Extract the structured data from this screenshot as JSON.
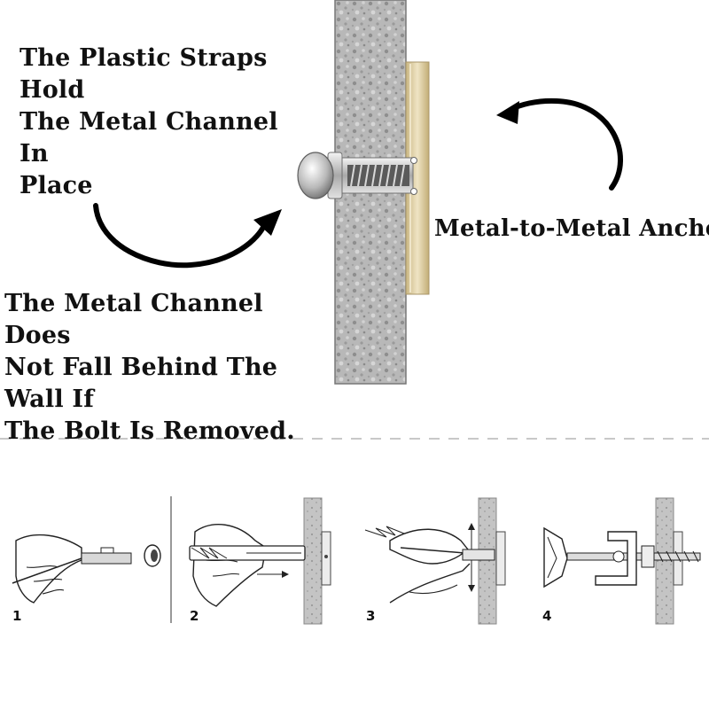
{
  "captions": {
    "straps_hold": [
      "The Plastic Straps Hold",
      "The Metal Channel In",
      "Place"
    ],
    "channel_not_fall": [
      "The Metal Channel Does",
      "Not Fall Behind The Wall If",
      "The Bolt Is Removed."
    ],
    "anchor_type": "Metal-to-Metal Anchor"
  },
  "steps": [
    "1",
    "2",
    "3",
    "4"
  ],
  "colors": {
    "text": "#111111",
    "wall": "#b9b9b9",
    "channel": "#d9c89a",
    "metal": "#c8c8c8",
    "divider": "#c8c8c8"
  }
}
